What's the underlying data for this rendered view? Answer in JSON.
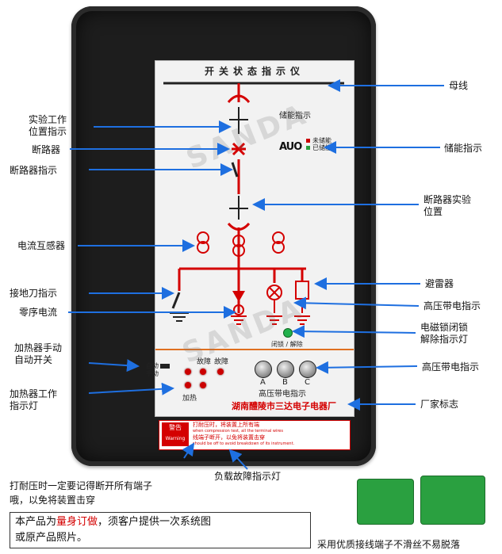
{
  "panel": {
    "title": "开关状态指示仪",
    "energy_label": "储能指示",
    "uncharged": "未储能",
    "charged": "已储能",
    "lock_label": "闭锁 / 解除",
    "heater_auto": "自动",
    "heater_manual": "手动",
    "heater_indicator": "加热",
    "fault1": "故障",
    "fault2": "故障",
    "phase_a": "A",
    "phase_b": "B",
    "phase_c": "C",
    "hv_label": "高压带电指示",
    "manufacturer": "湖南醴陵市三达电子电器厂",
    "watermark": "SANDA",
    "logo_text": "AUO"
  },
  "warning": {
    "title": "警告",
    "subtitle": "Warning",
    "line1": "打耐压时，将装置上所有端",
    "line2": "when compression test, all the terminal wires",
    "line3": "线端子断开，以免将装置击穿",
    "line4": "should be off to avoid breakdown of its instrument."
  },
  "callouts_left": {
    "test_position": "实验工作\n位置指示",
    "breaker": "断路器",
    "breaker_indicator": "断路器指示",
    "ct": "电流互感器",
    "earthing": "接地刀指示",
    "zero_seq": "零序电流",
    "heater_switch": "加热器手动\n自动开关",
    "heater_lamp": "加热器工作\n指示灯"
  },
  "callouts_right": {
    "busbar": "母线",
    "energy": "储能指示",
    "breaker_test": "断路器实验\n位置",
    "arrester": "避雷器",
    "hv_live1": "高压带电指示",
    "lock_lamp": "电磁锁闭锁\n解除指示灯",
    "hv_live2": "高压带电指示",
    "manufacturer": "厂家标志"
  },
  "callouts_bottom": {
    "load_fault": "负载故障指示灯",
    "test_warning": "打耐压时一定要记得断开所有端子\n哦，以免将装置击穿",
    "terminal_note": "采用优质接线端子不滑丝不易脱落",
    "note_prefix": "本产品为",
    "note_highlight": "量身订做",
    "note_rest": "，须客户提供一次系统图",
    "note_line2": "或原产品照片。"
  },
  "colors": {
    "red": "#d40000",
    "blue": "#1e6fe0",
    "green": "#2aa040"
  }
}
